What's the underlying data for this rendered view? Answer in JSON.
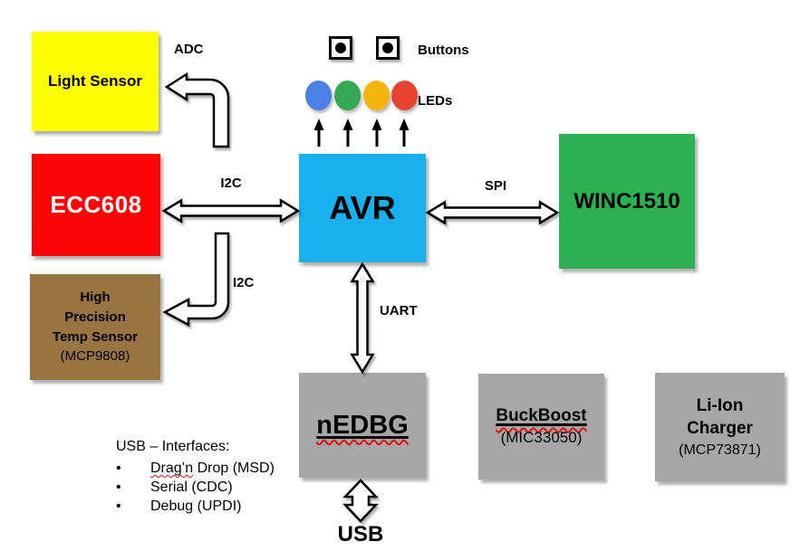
{
  "blocks": {
    "light_sensor": {
      "label": "Light Sensor",
      "color": "#FFFF00",
      "text_color": "#000000"
    },
    "ecc608": {
      "label": "ECC608",
      "color": "#FB0505",
      "text_color": "#FFFFFF"
    },
    "temp_sensor": {
      "label": "High\nPrecision\nTemp Sensor",
      "part": "(MCP9808)",
      "color": "#9A7440",
      "text_color": "#000000"
    },
    "avr": {
      "label": "AVR",
      "color": "#18B0EE",
      "text_color": "#000000"
    },
    "winc1510": {
      "label": "WINC1510",
      "color": "#2BB052",
      "text_color": "#000000"
    },
    "nedbg": {
      "label": "nEDBG",
      "color": "#A6A6A6",
      "text_color": "#000000"
    },
    "buckboost": {
      "label": "BuckBoost",
      "part": "(MIC33050)",
      "color": "#A6A6A6",
      "text_color": "#000000"
    },
    "liion": {
      "label": "Li-Ion\nCharger",
      "part": "(MCP73871)",
      "color": "#A6A6A6",
      "text_color": "#000000"
    }
  },
  "connections": {
    "adc": "ADC",
    "i2c_ecc": "I2C",
    "i2c_temp": "I2C",
    "spi": "SPI",
    "uart": "UART",
    "usb": "USB"
  },
  "indicators": {
    "buttons_label": "Buttons",
    "leds_label": "LEDs",
    "led_colors": [
      "#4A80E8",
      "#34A853",
      "#F5B40A",
      "#E74331"
    ]
  },
  "usb_interfaces": {
    "title": "USB – Interfaces:",
    "bullet": "•",
    "items": [
      {
        "flagged": "Drag’n",
        "rest": " Drop (MSD)"
      },
      {
        "flagged": "",
        "rest": "Serial (CDC)"
      },
      {
        "flagged": "",
        "rest": "Debug (UPDI)"
      }
    ]
  }
}
